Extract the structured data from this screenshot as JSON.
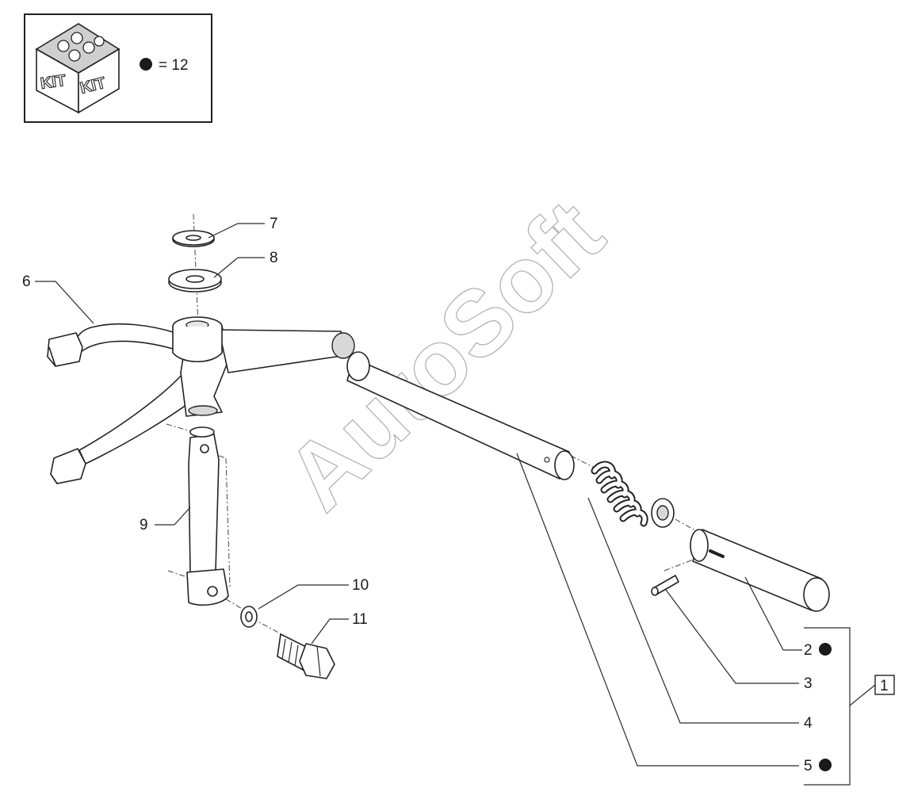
{
  "legend": {
    "kit_text_left": "KIT",
    "kit_text_right": "KIT",
    "kit_quantity": "= 12"
  },
  "callouts": {
    "c1": "1",
    "c2": "2",
    "c3": "3",
    "c4": "4",
    "c5": "5",
    "c6": "6",
    "c7": "7",
    "c8": "8",
    "c9": "9",
    "c10": "10",
    "c11": "11"
  },
  "kit_parts_marked": [
    "2",
    "5"
  ],
  "watermark": "AutoSoft",
  "colors": {
    "line": "#222222",
    "kit_dot": "#1a1a1a",
    "watermark": "#9a9a9a"
  }
}
